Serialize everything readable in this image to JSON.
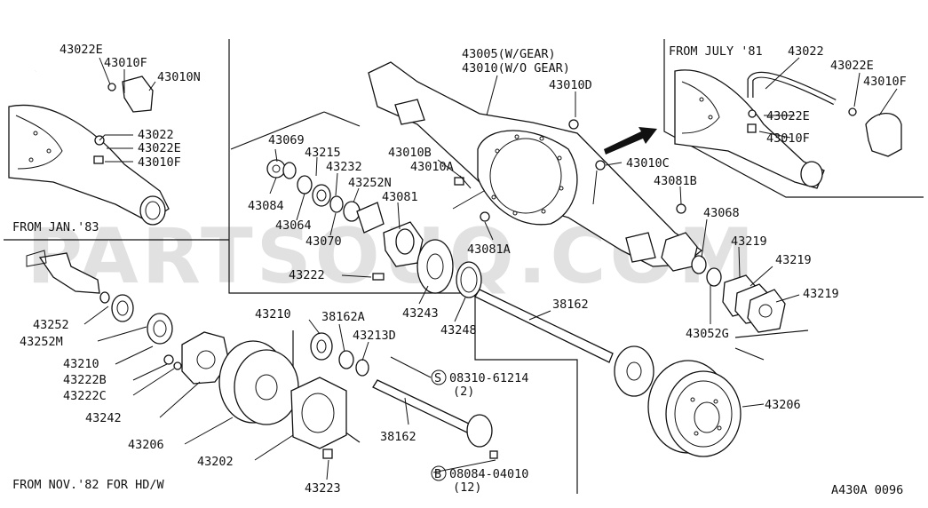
{
  "watermark": "PARTSOUQ.COM",
  "diagram_code": "A430A 0096",
  "variants": {
    "from_jan_83": "FROM JAN.'83",
    "from_july_81_prefix": "FROM JULY '81",
    "from_nov_82_hd": "FROM NOV.'82 FOR HD/W"
  },
  "axle_case": {
    "with_gear": "43005(W/GEAR)",
    "without_gear": "43010(W/O GEAR)"
  },
  "parts": {
    "p43022E_a": "43022E",
    "p43010F_a": "43010F",
    "p43010N": "43010N",
    "p43022_a": "43022",
    "p43022E_b": "43022E",
    "p43010F_b": "43010F",
    "p43022_b": "43022",
    "p43022E_c": "43022E",
    "p43010F_c": "43010F",
    "p43022E_d": "43022E",
    "p43010F_d": "43010F",
    "p43010D": "43010D",
    "p43010C": "43010C",
    "p43069": "43069",
    "p43215": "43215",
    "p43232": "43232",
    "p43010B": "43010B",
    "p43010A": "43010A",
    "p43252N": "43252N",
    "p43081": "43081",
    "p43084": "43084",
    "p43064": "43064",
    "p43070": "43070",
    "p43081B": "43081B",
    "p43068": "43068",
    "p43081A": "43081A",
    "p43219_a": "43219",
    "p43219_b": "43219",
    "p43219_c": "43219",
    "p43222": "43222",
    "p43243": "43243",
    "p43248": "43248",
    "p38162_a": "38162",
    "p43052G": "43052G",
    "p43252": "43252",
    "p43252M": "43252M",
    "p43210_a": "43210",
    "p38162A": "38162A",
    "p43213D": "43213D",
    "p43210_b": "43210",
    "p43222B": "43222B",
    "p43222C": "43222C",
    "p43242": "43242",
    "p43206_a": "43206",
    "p43206_b": "43206",
    "p38162_b": "38162",
    "p43202": "43202",
    "p43223": "43223"
  },
  "callouts": {
    "s_code": "08310-61214",
    "s_qty": "(2)",
    "s_symbol": "S",
    "b_code": "08084-04010",
    "b_qty": "(12)",
    "b_symbol": "B"
  }
}
